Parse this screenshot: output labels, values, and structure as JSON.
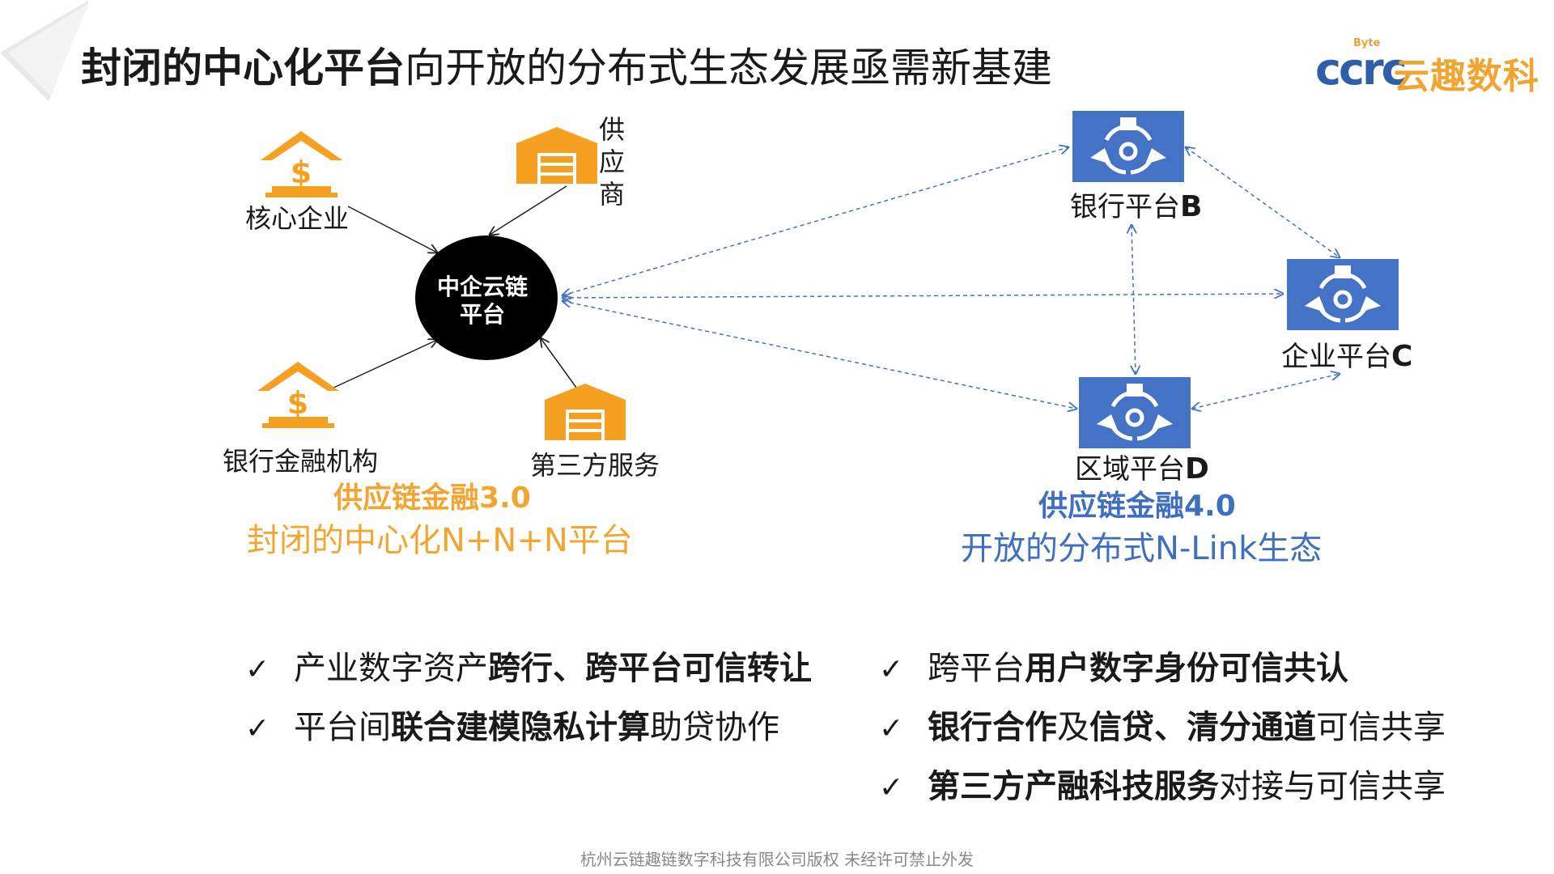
{
  "title": {
    "bold": "封闭的中心化平台",
    "rest": "向开放的分布式生态发展亟需新基建"
  },
  "logo": {
    "letters": "ccrc",
    "byte": "Byte",
    "name": "云趣数科"
  },
  "left": {
    "center": {
      "line1": "中企云链",
      "line2": "平台"
    },
    "nodes": {
      "core": "核心企业",
      "supplier": [
        "供",
        "应",
        "商"
      ],
      "bank": "银行金融机构",
      "third": "第三方服务"
    },
    "caption": {
      "title": "供应链金融3.0",
      "subtitle": "封闭的中心化N+N+N平台"
    }
  },
  "right": {
    "platforms": {
      "b": {
        "label": "银行平台",
        "letter": "B"
      },
      "c": {
        "label": "企业平台",
        "letter": "C"
      },
      "d": {
        "label": "区域平台",
        "letter": "D"
      }
    },
    "caption": {
      "title": "供应链金融4.0",
      "subtitle": "开放的分布式N-Link生态"
    }
  },
  "bullets": {
    "check": "✓",
    "left": [
      {
        "pre": "产业数字资产",
        "bold": "跨行、跨平台可信转让",
        "post": ""
      },
      {
        "pre": "平台间",
        "bold": "联合建模隐私计算",
        "post": "助贷协作"
      }
    ],
    "right": [
      {
        "pre": "跨平台",
        "bold": "用户数字身份可信共认",
        "post": ""
      },
      {
        "pre": "",
        "bold": "银行合作",
        "mid": "及",
        "bold2": "信贷、清分通道",
        "post": "可信共享"
      },
      {
        "pre": "",
        "bold": "第三方产融科技服务",
        "post": "对接与可信共享"
      }
    ]
  },
  "footer": "杭州云链趣链数字科技有限公司版权 未经许可禁止外发",
  "colors": {
    "orange": "#f5a020",
    "blue": "#4472c4",
    "caption_orange": "#f2a531",
    "caption_blue": "#3f6fc0"
  }
}
